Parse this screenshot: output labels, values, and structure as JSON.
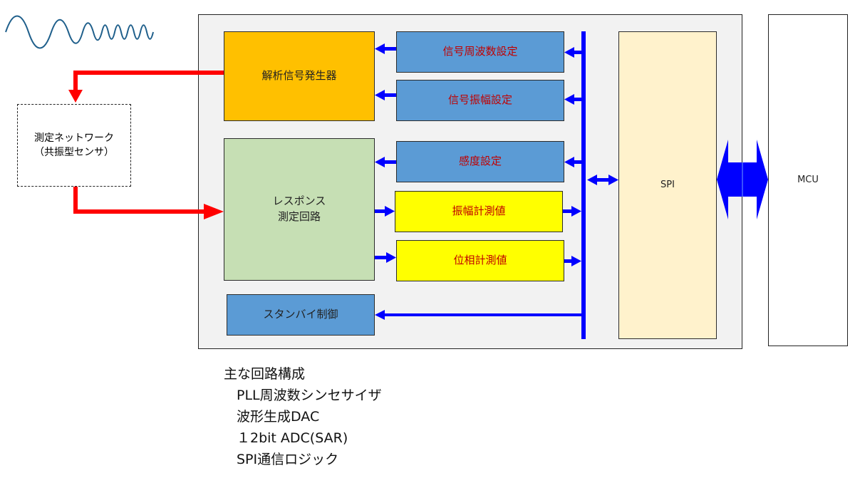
{
  "diagram": {
    "blocks": {
      "signal_generator": "解析信号発生器",
      "freq_setting": "信号周波数設定",
      "amp_setting": "信号振幅設定",
      "sensitivity_setting": "感度設定",
      "response_circuit_line1": "レスポンス",
      "response_circuit_line2": "測定回路",
      "amp_measure": "振幅計測値",
      "phase_measure": "位相計測値",
      "standby": "スタンバイ制御",
      "spi": "SPI",
      "mcu": "MCU",
      "sensor_line1": "測定ネットワーク",
      "sensor_line2": "（共振型センサ）"
    },
    "colors": {
      "signal_path": "#ff0000",
      "bus": "#0000ff",
      "wave": "#1f5f8b",
      "label_red": "#c00000"
    }
  },
  "notes": {
    "heading": "主な回路構成",
    "items": [
      "PLL周波数シンセサイザ",
      "波形生成DAC",
      "１2bit ADC(SAR)",
      "SPI通信ロジック"
    ]
  }
}
